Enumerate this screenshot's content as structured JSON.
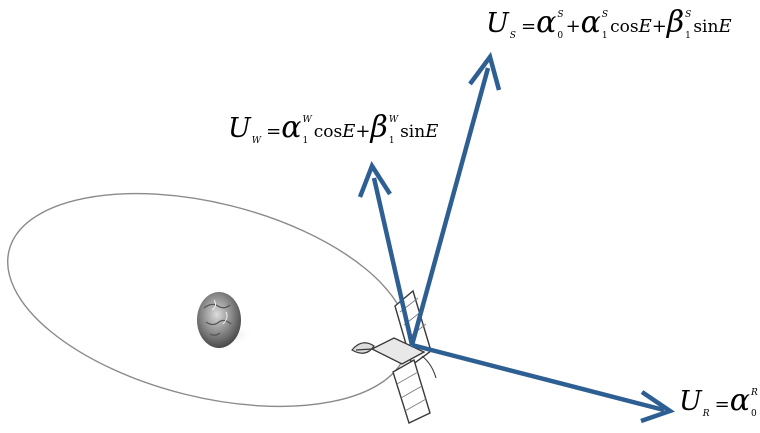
{
  "equations": {
    "us": {
      "symbol": "U",
      "subscript": "S",
      "eq": "=",
      "t1": {
        "greek": "α",
        "sup": "S",
        "sub": "0"
      },
      "plus1": "+",
      "t2": {
        "greek": "α",
        "sup": "S",
        "sub": "1"
      },
      "cos": "cos",
      "var1": "E",
      "plus2": "+",
      "t3": {
        "greek": "β",
        "sup": "S",
        "sub": "1"
      },
      "sin": "sin",
      "var2": "E"
    },
    "uw": {
      "symbol": "U",
      "subscript": "W",
      "eq": "=",
      "t1": {
        "greek": "α",
        "sup": "W",
        "sub": "1"
      },
      "cos": "cos",
      "var1": "E",
      "plus": "+",
      "t2": {
        "greek": "β",
        "sup": "W",
        "sub": "1"
      },
      "sin": "sin",
      "var2": "E"
    },
    "ur": {
      "symbol": "U",
      "subscript": "R",
      "eq": "=",
      "t1": {
        "greek": "α",
        "sup": "R",
        "sub": "0"
      }
    }
  },
  "colors": {
    "arrow": "#2e5f93",
    "orbit": "#8a8a8a",
    "earth": "#6f6f6f",
    "satellite": "#3a3a3a"
  }
}
